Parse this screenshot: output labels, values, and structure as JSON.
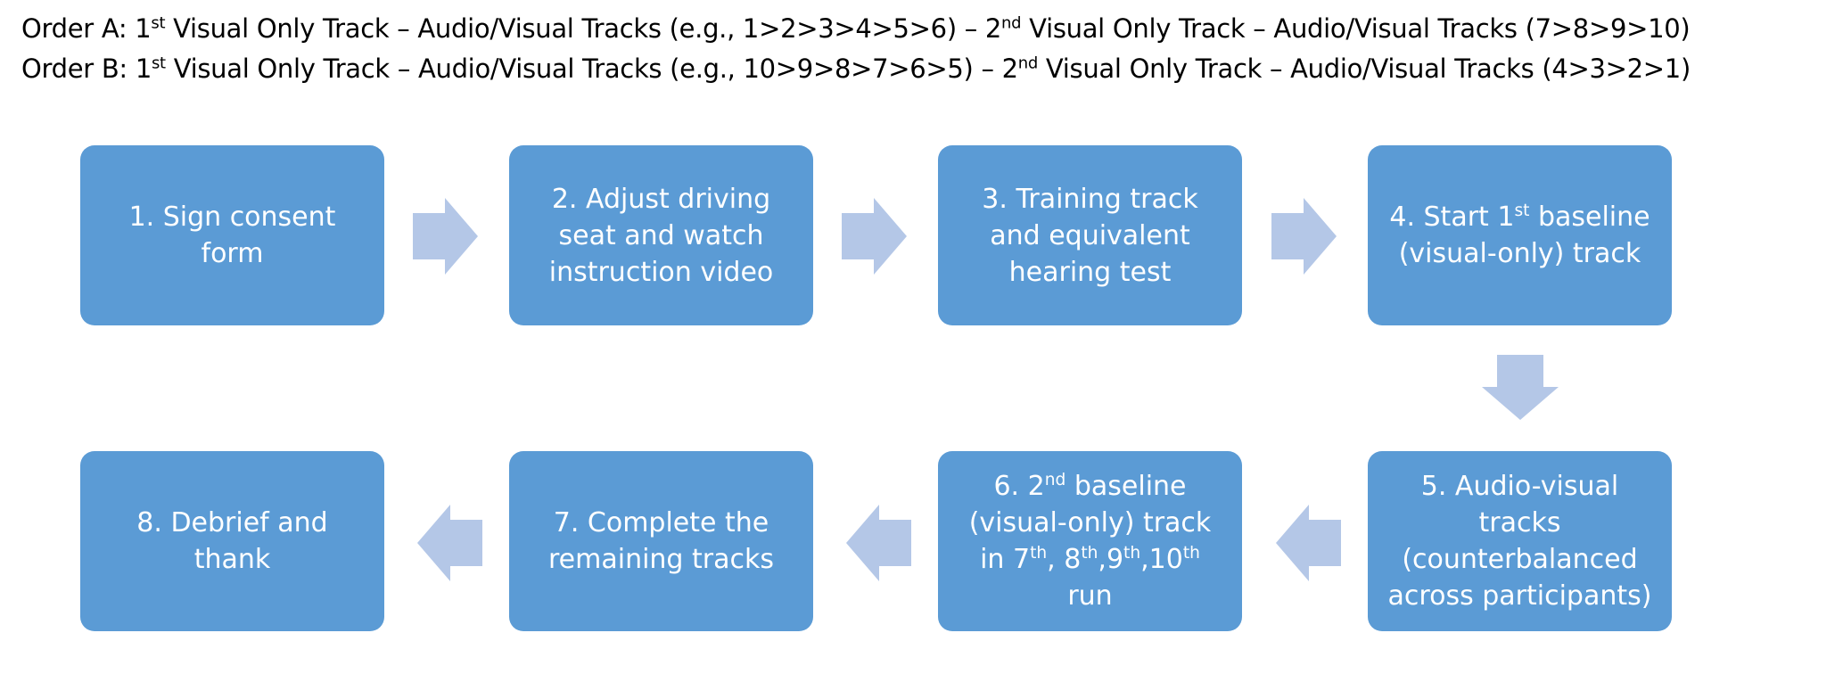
{
  "header": {
    "order_a": {
      "label": "Order A: 1",
      "sup1": "st",
      "mid": " Visual Only Track – Audio/Visual Tracks (e.g., 1>2>3>4>5>6) – 2",
      "sup2": "nd",
      "end": " Visual Only Track – Audio/Visual Tracks (7>8>9>10)"
    },
    "order_b": {
      "label": "Order B: 1",
      "sup1": "st",
      "mid": " Visual Only Track – Audio/Visual Tracks (e.g., 10>9>8>7>6>5) – 2",
      "sup2": "nd",
      "end": " Visual Only Track – Audio/Visual Tracks (4>3>2>1)"
    }
  },
  "steps": {
    "s1": {
      "l1": "1. Sign consent",
      "l2": "form"
    },
    "s2": {
      "l1": "2. Adjust driving",
      "l2": "seat and watch",
      "l3": "instruction video"
    },
    "s3": {
      "l1": "3. Training track",
      "l2": "and equivalent",
      "l3": "hearing test"
    },
    "s4": {
      "l1a": "4. Start 1",
      "l1sup": "st",
      "l1b": " baseline",
      "l2": "(visual-only) track"
    },
    "s5": {
      "l1": "5. Audio-visual",
      "l2": "tracks",
      "l3": "(counterbalanced",
      "l4": "across participants)"
    },
    "s6": {
      "l1a": "6. 2",
      "l1sup": "nd",
      "l1b": " baseline",
      "l2": "(visual-only) track",
      "l3a": "in 7",
      "l3sup1": "th",
      "l3b": ", 8",
      "l3sup2": "th",
      "l3c": ",9",
      "l3sup3": "th",
      "l3d": ",10",
      "l3sup4": "th",
      "l4": "run"
    },
    "s7": {
      "l1": "7. Complete the",
      "l2": "remaining tracks"
    },
    "s8": {
      "l1": "8. Debrief and",
      "l2": "thank"
    }
  },
  "colors": {
    "box": "#5b9bd5",
    "arrow": "#b4c7e7",
    "box_text": "#ffffff",
    "header_text": "#000000"
  }
}
